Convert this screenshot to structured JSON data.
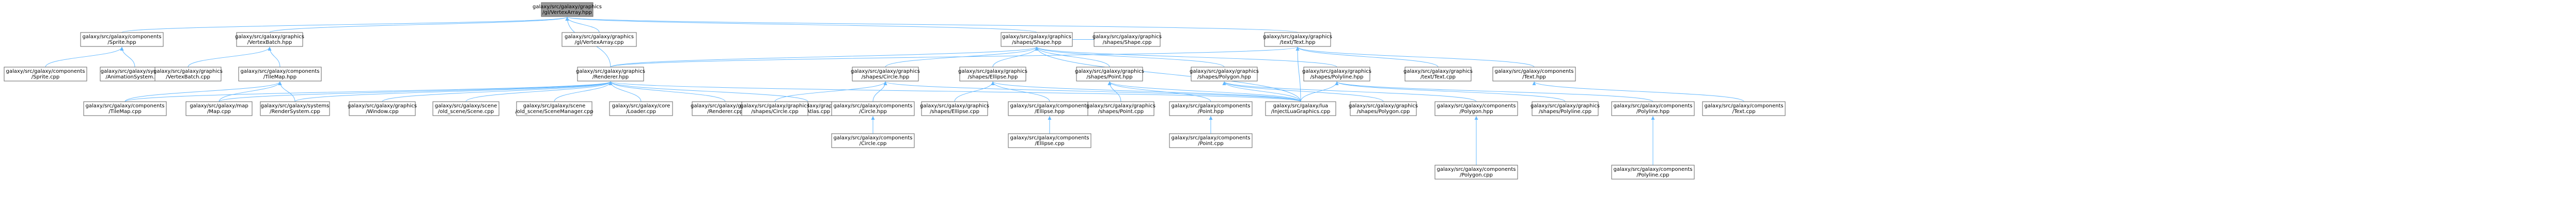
{
  "colors": {
    "root_fill": "#999999",
    "node_fill": "#ffffff",
    "node_border": "#666666",
    "edge": "#63b8ff",
    "text": "#000000"
  },
  "nodes": [
    {
      "id": "root",
      "root": true,
      "lines": [
        "galaxy/src/galaxy/graphics",
        "/gl/VertexArray.hpp"
      ]
    },
    {
      "id": "sprite_hpp",
      "lines": [
        "galaxy/src/galaxy/components",
        "/Sprite.hpp"
      ]
    },
    {
      "id": "vertexbatch_hpp",
      "lines": [
        "galaxy/src/galaxy/graphics",
        "/VertexBatch.hpp"
      ]
    },
    {
      "id": "vertexarray_cpp",
      "lines": [
        "galaxy/src/galaxy/graphics",
        "/gl/VertexArray.cpp"
      ]
    },
    {
      "id": "shape_hpp",
      "lines": [
        "galaxy/src/galaxy/graphics",
        "/shapes/Shape.hpp"
      ]
    },
    {
      "id": "text_hpp",
      "lines": [
        "galaxy/src/galaxy/graphics",
        "/text/Text.hpp"
      ]
    },
    {
      "id": "sprite_cpp",
      "lines": [
        "galaxy/src/galaxy/components",
        "/Sprite.cpp"
      ]
    },
    {
      "id": "animationsystem_cpp",
      "lines": [
        "galaxy/src/galaxy/systems",
        "/AnimationSystem.cpp"
      ]
    },
    {
      "id": "vertexbatch_cpp",
      "lines": [
        "galaxy/src/galaxy/graphics",
        "/VertexBatch.cpp"
      ]
    },
    {
      "id": "tilemap_hpp",
      "lines": [
        "galaxy/src/galaxy/components",
        "/TileMap.hpp"
      ]
    },
    {
      "id": "renderer_hpp",
      "lines": [
        "galaxy/src/galaxy/graphics",
        "/Renderer.hpp"
      ]
    },
    {
      "id": "circle_hpp",
      "lines": [
        "galaxy/src/galaxy/graphics",
        "/shapes/Circle.hpp"
      ]
    },
    {
      "id": "ellipse_hpp",
      "lines": [
        "galaxy/src/galaxy/graphics",
        "/shapes/Ellipse.hpp"
      ]
    },
    {
      "id": "point_hpp",
      "lines": [
        "galaxy/src/galaxy/graphics",
        "/shapes/Point.hpp"
      ]
    },
    {
      "id": "polygon_hpp",
      "lines": [
        "galaxy/src/galaxy/graphics",
        "/shapes/Polygon.hpp"
      ]
    },
    {
      "id": "polyline_hpp",
      "lines": [
        "galaxy/src/galaxy/graphics",
        "/shapes/Polyline.hpp"
      ]
    },
    {
      "id": "shape_cpp",
      "lines": [
        "galaxy/src/galaxy/graphics",
        "/shapes/Shape.cpp"
      ]
    },
    {
      "id": "text_cpp_g",
      "lines": [
        "galaxy/src/galaxy/graphics",
        "/text/Text.cpp"
      ]
    },
    {
      "id": "comp_text_hpp",
      "lines": [
        "galaxy/src/galaxy/components",
        "/Text.hpp"
      ]
    },
    {
      "id": "tilemap_cpp",
      "lines": [
        "galaxy/src/galaxy/components",
        "/TileMap.cpp"
      ]
    },
    {
      "id": "map_cpp",
      "lines": [
        "galaxy/src/galaxy/map",
        "/Map.cpp"
      ]
    },
    {
      "id": "rendersystem_cpp",
      "lines": [
        "galaxy/src/galaxy/systems",
        "/RenderSystem.cpp"
      ]
    },
    {
      "id": "window_cpp",
      "lines": [
        "galaxy/src/galaxy/graphics",
        "/Window.cpp"
      ]
    },
    {
      "id": "scene_cpp",
      "lines": [
        "galaxy/src/galaxy/scene",
        "/old_scene/Scene.cpp"
      ]
    },
    {
      "id": "scenemanager_cpp",
      "lines": [
        "galaxy/src/galaxy/scene",
        "/old_scene/SceneManager.cpp"
      ]
    },
    {
      "id": "loader_cpp",
      "lines": [
        "galaxy/src/galaxy/core",
        "/Loader.cpp"
      ]
    },
    {
      "id": "renderer_cpp",
      "lines": [
        "galaxy/src/galaxy/graphics",
        "/Renderer.cpp"
      ]
    },
    {
      "id": "textureatlas_cpp",
      "lines": [
        "galaxy/src/galaxy/graphics",
        "/TextureAtlas.cpp"
      ]
    },
    {
      "id": "circle_cpp_g",
      "lines": [
        "galaxy/src/galaxy/graphics",
        "/shapes/Circle.cpp"
      ]
    },
    {
      "id": "comp_circle_hpp",
      "lines": [
        "galaxy/src/galaxy/components",
        "/Circle.hpp"
      ]
    },
    {
      "id": "ellipse_cpp_g",
      "lines": [
        "galaxy/src/galaxy/graphics",
        "/shapes/Ellipse.cpp"
      ]
    },
    {
      "id": "comp_ellipse_hpp",
      "lines": [
        "galaxy/src/galaxy/components",
        "/Ellipse.hpp"
      ]
    },
    {
      "id": "point_cpp_g",
      "lines": [
        "galaxy/src/galaxy/graphics",
        "/shapes/Point.cpp"
      ]
    },
    {
      "id": "comp_point_hpp",
      "lines": [
        "galaxy/src/galaxy/components",
        "/Point.hpp"
      ]
    },
    {
      "id": "luagraphics_cpp",
      "lines": [
        "galaxy/src/galaxy/lua",
        "/InjectLuaGraphics.cpp"
      ]
    },
    {
      "id": "polygon_cpp_g",
      "lines": [
        "galaxy/src/galaxy/graphics",
        "/shapes/Polygon.cpp"
      ]
    },
    {
      "id": "comp_polygon_hpp",
      "lines": [
        "galaxy/src/galaxy/components",
        "/Polygon.hpp"
      ]
    },
    {
      "id": "polyline_cpp_g",
      "lines": [
        "galaxy/src/galaxy/graphics",
        "/shapes/Polyline.cpp"
      ]
    },
    {
      "id": "comp_polyline_hpp",
      "lines": [
        "galaxy/src/galaxy/components",
        "/Polyline.hpp"
      ]
    },
    {
      "id": "comp_text_cpp",
      "lines": [
        "galaxy/src/galaxy/components",
        "/Text.cpp"
      ]
    },
    {
      "id": "comp_circle_cpp",
      "lines": [
        "galaxy/src/galaxy/components",
        "/Circle.cpp"
      ]
    },
    {
      "id": "comp_ellipse_cpp",
      "lines": [
        "galaxy/src/galaxy/components",
        "/Ellipse.cpp"
      ]
    },
    {
      "id": "comp_point_cpp",
      "lines": [
        "galaxy/src/galaxy/components",
        "/Point.cpp"
      ]
    },
    {
      "id": "comp_polygon_cpp",
      "lines": [
        "galaxy/src/galaxy/components",
        "/Polygon.cpp"
      ]
    },
    {
      "id": "comp_polyline_cpp",
      "lines": [
        "galaxy/src/galaxy/components",
        "/Polyline.cpp"
      ]
    }
  ],
  "edges": [
    [
      "sprite_hpp",
      "root"
    ],
    [
      "vertexbatch_hpp",
      "root"
    ],
    [
      "vertexarray_cpp",
      "root"
    ],
    [
      "shape_hpp",
      "root"
    ],
    [
      "text_hpp",
      "root"
    ],
    [
      "renderer_hpp",
      "root"
    ],
    [
      "sprite_cpp",
      "sprite_hpp"
    ],
    [
      "animationsystem_cpp",
      "sprite_hpp"
    ],
    [
      "vertexbatch_cpp",
      "vertexbatch_hpp"
    ],
    [
      "tilemap_hpp",
      "vertexbatch_hpp"
    ],
    [
      "tilemap_cpp",
      "tilemap_hpp"
    ],
    [
      "map_cpp",
      "tilemap_hpp"
    ],
    [
      "rendersystem_cpp",
      "tilemap_hpp"
    ],
    [
      "renderer_hpp",
      "shape_hpp"
    ],
    [
      "circle_hpp",
      "shape_hpp"
    ],
    [
      "ellipse_hpp",
      "shape_hpp"
    ],
    [
      "point_hpp",
      "shape_hpp"
    ],
    [
      "polygon_hpp",
      "shape_hpp"
    ],
    [
      "polyline_hpp",
      "shape_hpp"
    ],
    [
      "shape_cpp",
      "shape_hpp"
    ],
    [
      "luagraphics_cpp",
      "shape_hpp"
    ],
    [
      "renderer_hpp",
      "text_hpp"
    ],
    [
      "text_cpp_g",
      "text_hpp"
    ],
    [
      "comp_text_hpp",
      "text_hpp"
    ],
    [
      "luagraphics_cpp",
      "text_hpp"
    ],
    [
      "tilemap_cpp",
      "renderer_hpp"
    ],
    [
      "map_cpp",
      "renderer_hpp"
    ],
    [
      "rendersystem_cpp",
      "renderer_hpp"
    ],
    [
      "window_cpp",
      "renderer_hpp"
    ],
    [
      "scene_cpp",
      "renderer_hpp"
    ],
    [
      "scenemanager_cpp",
      "renderer_hpp"
    ],
    [
      "loader_cpp",
      "renderer_hpp"
    ],
    [
      "renderer_cpp",
      "renderer_hpp"
    ],
    [
      "textureatlas_cpp",
      "renderer_hpp"
    ],
    [
      "luagraphics_cpp",
      "renderer_hpp"
    ],
    [
      "circle_cpp_g",
      "circle_hpp"
    ],
    [
      "comp_circle_hpp",
      "circle_hpp"
    ],
    [
      "luagraphics_cpp",
      "circle_hpp"
    ],
    [
      "ellipse_cpp_g",
      "ellipse_hpp"
    ],
    [
      "comp_ellipse_hpp",
      "ellipse_hpp"
    ],
    [
      "luagraphics_cpp",
      "ellipse_hpp"
    ],
    [
      "point_cpp_g",
      "point_hpp"
    ],
    [
      "comp_point_hpp",
      "point_hpp"
    ],
    [
      "luagraphics_cpp",
      "point_hpp"
    ],
    [
      "luagraphics_cpp",
      "polygon_hpp"
    ],
    [
      "polygon_cpp_g",
      "polygon_hpp"
    ],
    [
      "comp_polygon_hpp",
      "polygon_hpp"
    ],
    [
      "luagraphics_cpp",
      "polyline_hpp"
    ],
    [
      "polyline_cpp_g",
      "polyline_hpp"
    ],
    [
      "comp_polyline_hpp",
      "polyline_hpp"
    ],
    [
      "comp_text_cpp",
      "comp_text_hpp"
    ],
    [
      "comp_circle_cpp",
      "comp_circle_hpp"
    ],
    [
      "comp_ellipse_cpp",
      "comp_ellipse_hpp"
    ],
    [
      "comp_point_cpp",
      "comp_point_hpp"
    ],
    [
      "comp_polygon_cpp",
      "comp_polygon_hpp"
    ],
    [
      "comp_polyline_cpp",
      "comp_polyline_hpp"
    ]
  ]
}
